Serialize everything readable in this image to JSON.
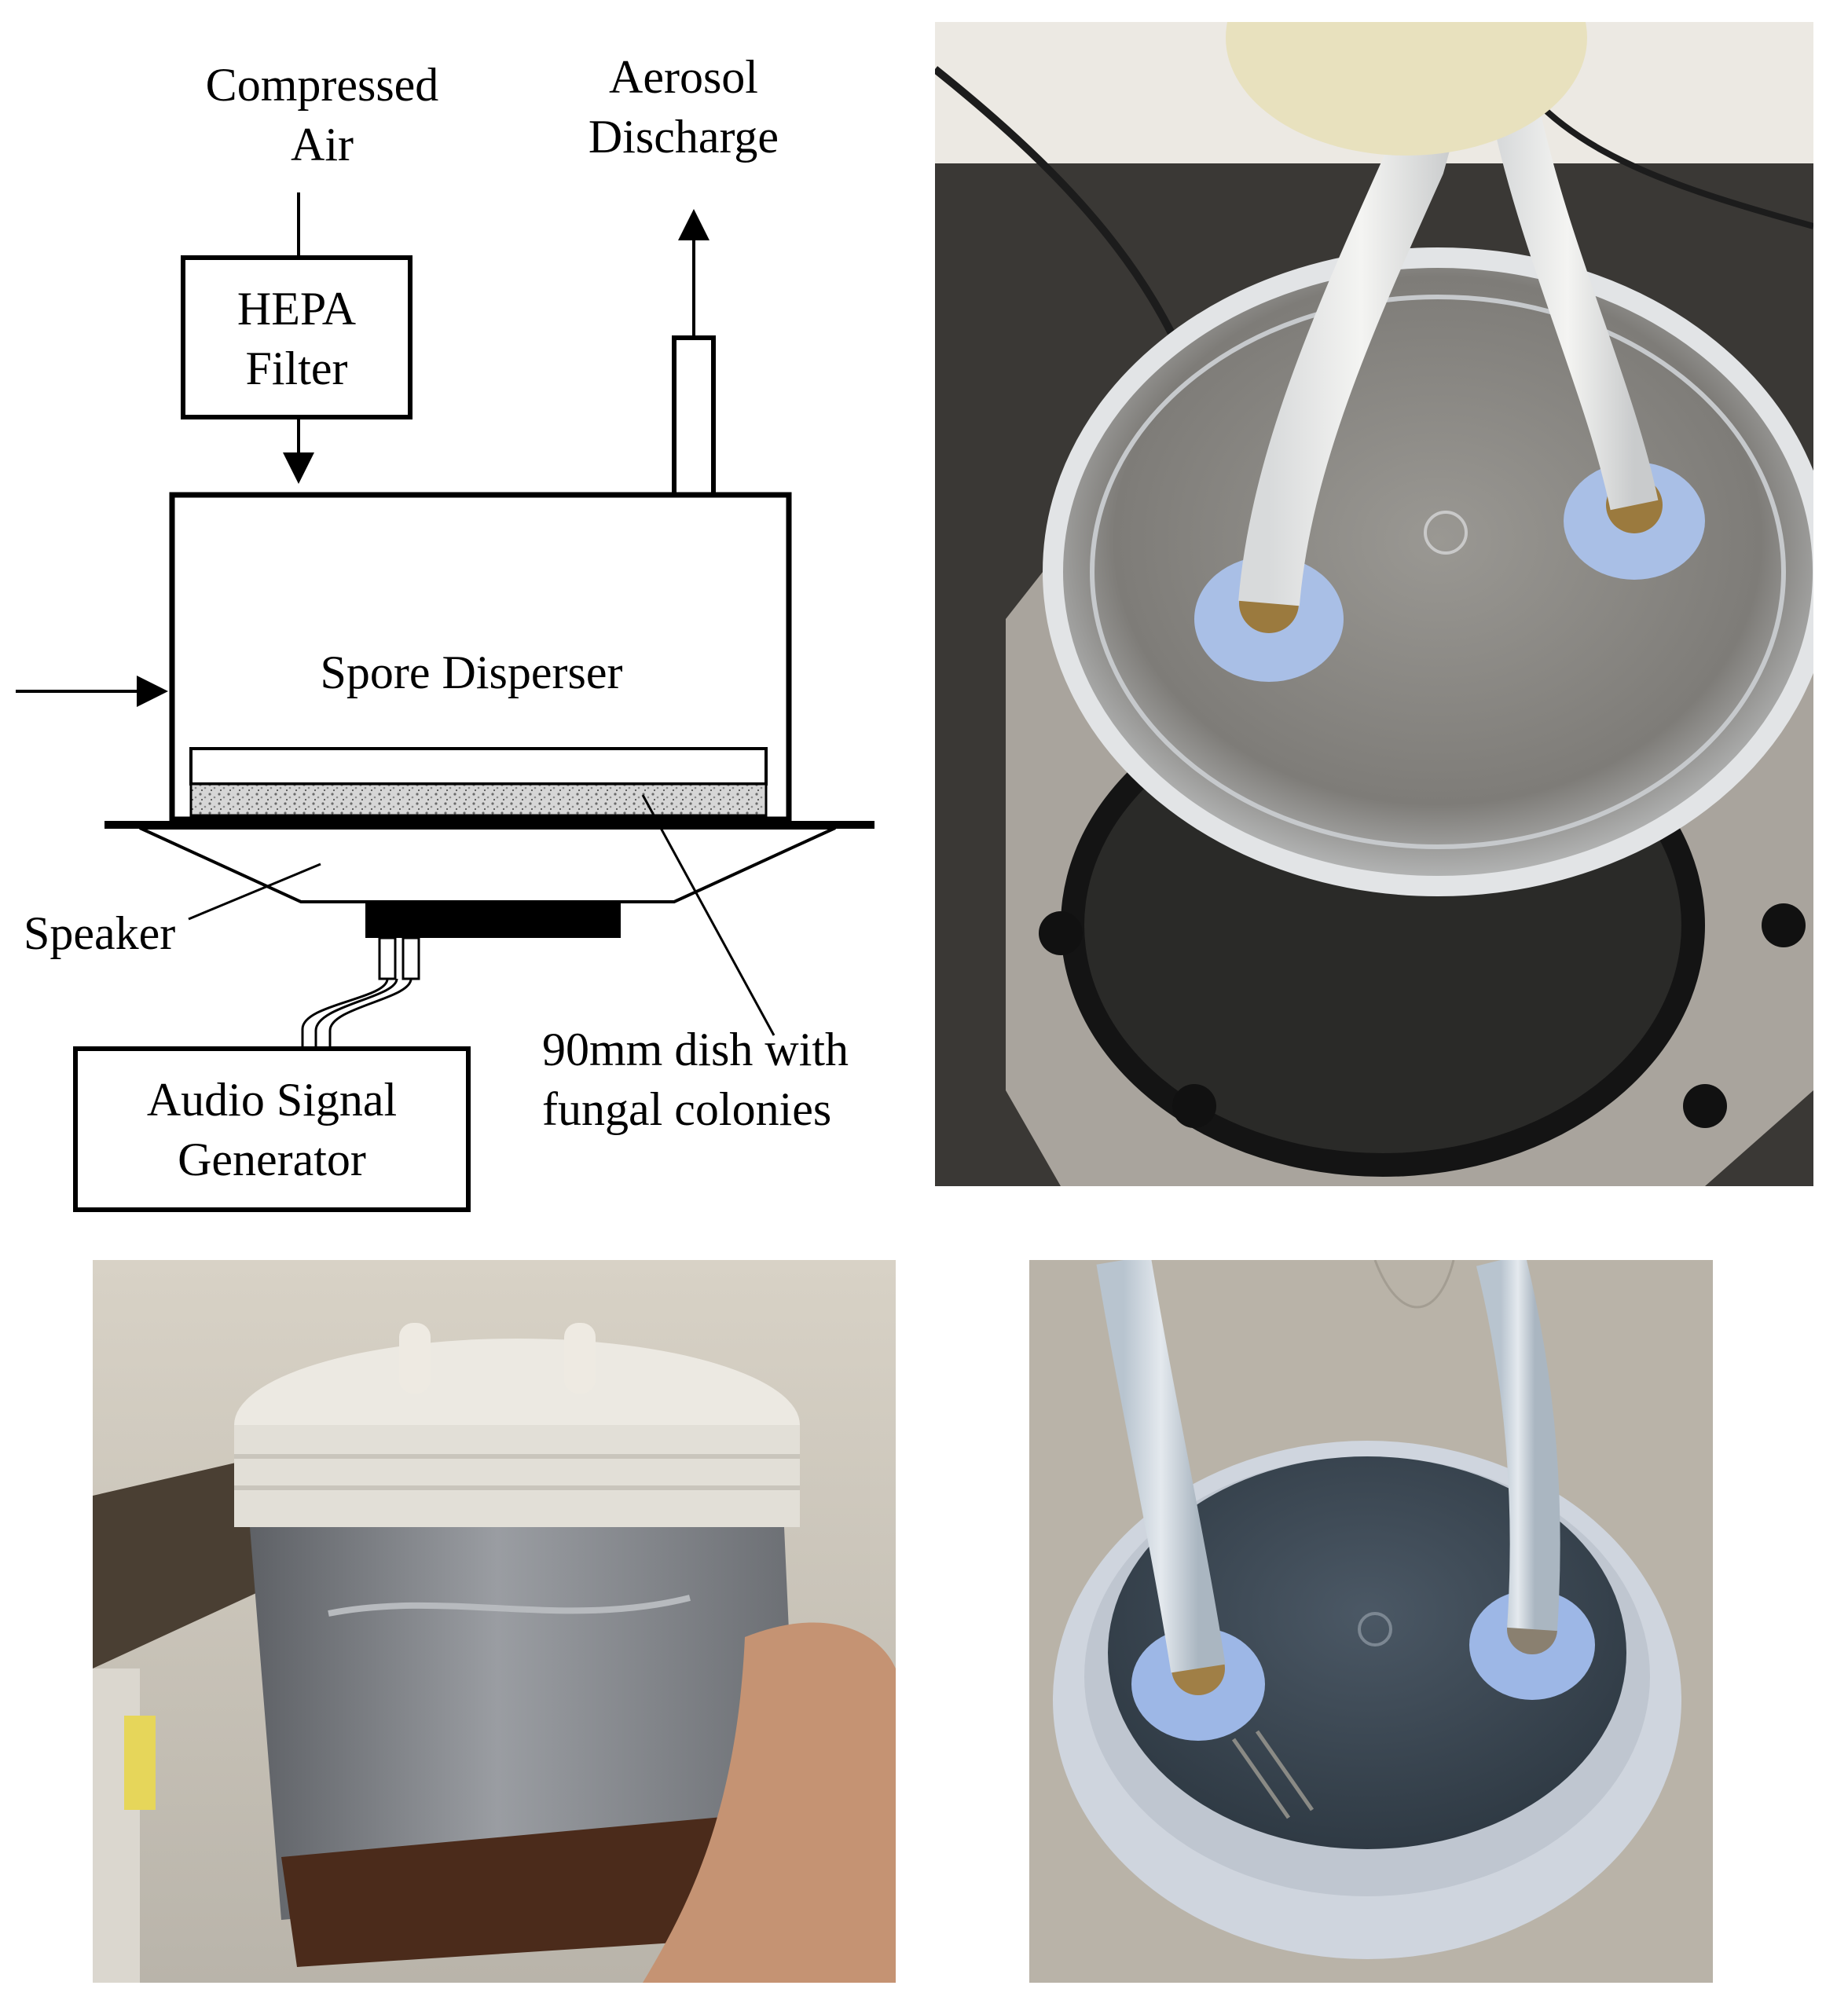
{
  "diagram": {
    "compressed_air_line1": "Compressed",
    "compressed_air_line2": "Air",
    "aerosol_line1": "Aerosol",
    "aerosol_line2": "Discharge",
    "hepa_line1": "HEPA",
    "hepa_line2": "Filter",
    "chamber_label": "Spore Disperser",
    "speaker_label": "Speaker",
    "generator_line1": "Audio Signal",
    "generator_line2": "Generator",
    "dish_line1": "90mm dish with",
    "dish_line2": "fungal colonies"
  },
  "photos": [
    {
      "name": "speaker-with-chamber-top-view",
      "icon": "photo-icon"
    },
    {
      "name": "chamber-side-view-in-hand",
      "icon": "photo-icon"
    },
    {
      "name": "chamber-lid-with-tubes",
      "icon": "photo-icon"
    }
  ],
  "colors": {
    "line": "#000000",
    "speaker_metal": "#a8a39c",
    "lid_plastic": "#d9dde3",
    "tape_grey": "#7c7f84",
    "connector_blue": "#9db7e6"
  }
}
